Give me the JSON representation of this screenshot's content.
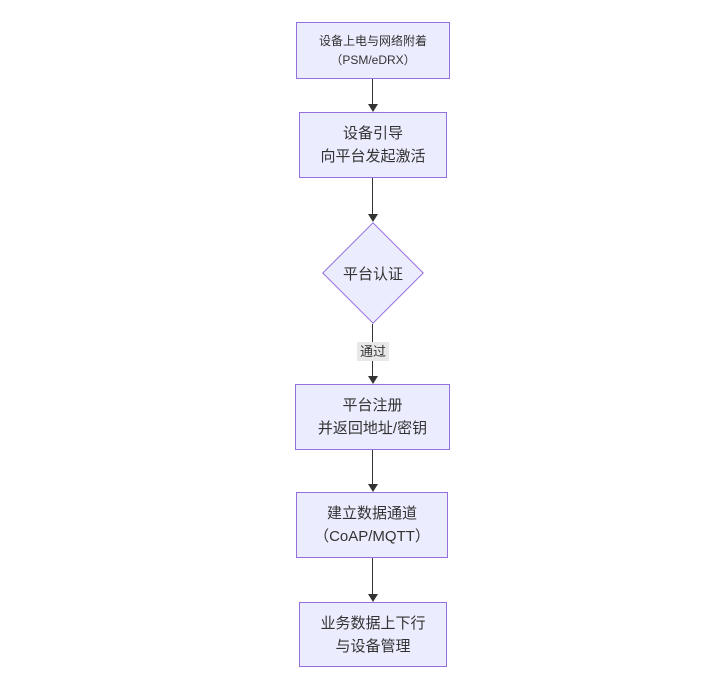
{
  "diagram": {
    "type": "flowchart-top-down",
    "colors": {
      "node_fill": "#ECECFF",
      "node_border": "#9370DB",
      "arrow": "#333333",
      "text": "#333333",
      "edge_label_bg": "#e8e8e8",
      "background": "#ffffff"
    },
    "nodes": [
      {
        "id": "power-attach",
        "shape": "rect",
        "lines": [
          "设备上电与网络附着",
          "（PSM/eDRX）"
        ]
      },
      {
        "id": "bootstrap",
        "shape": "rect",
        "lines": [
          "设备引导",
          "向平台发起激活"
        ]
      },
      {
        "id": "platform-auth",
        "shape": "diamond",
        "lines": [
          "平台认证"
        ]
      },
      {
        "id": "platform-register",
        "shape": "rect",
        "lines": [
          "平台注册",
          "并返回地址/密钥"
        ]
      },
      {
        "id": "data-channel",
        "shape": "rect",
        "lines": [
          "建立数据通道",
          "（CoAP/MQTT）"
        ]
      },
      {
        "id": "business-data",
        "shape": "rect",
        "lines": [
          "业务数据上下行",
          "与设备管理"
        ]
      }
    ],
    "edges": [
      {
        "from": "power-attach",
        "to": "bootstrap",
        "label": ""
      },
      {
        "from": "bootstrap",
        "to": "platform-auth",
        "label": ""
      },
      {
        "from": "platform-auth",
        "to": "platform-register",
        "label": "通过"
      },
      {
        "from": "platform-register",
        "to": "data-channel",
        "label": ""
      },
      {
        "from": "data-channel",
        "to": "business-data",
        "label": ""
      }
    ]
  }
}
